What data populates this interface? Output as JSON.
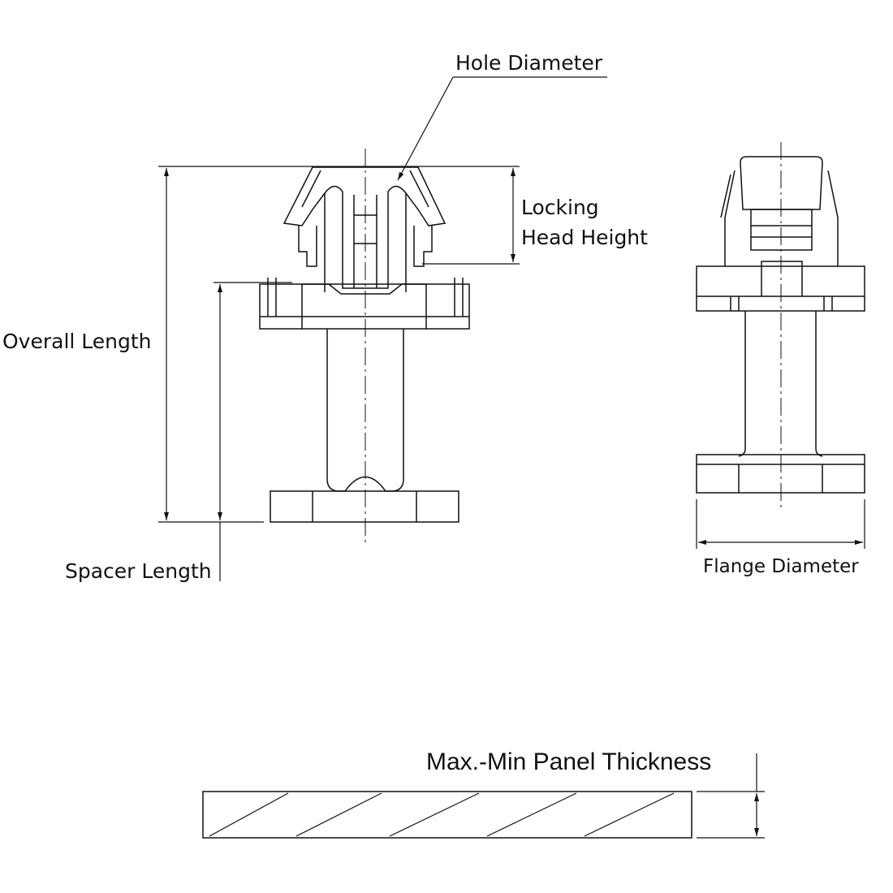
{
  "labels": {
    "hole_diameter": "Hole Diameter",
    "locking_head_height_1": "Locking",
    "locking_head_height_2": "Head Height",
    "overall_length": "Overall Length",
    "spacer_length": "Spacer Length",
    "flange_diameter": "Flange Diameter",
    "panel_thickness": "Max.-Min Panel Thickness"
  },
  "colors": {
    "line": "#111111",
    "background": "#ffffff"
  }
}
